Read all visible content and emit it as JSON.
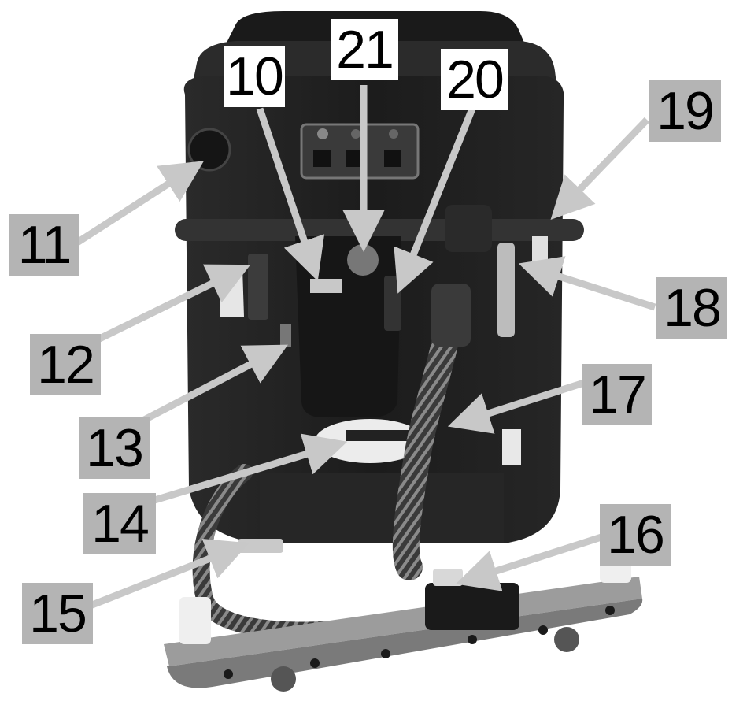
{
  "figure": {
    "callouts": [
      {
        "id": "10",
        "label": "10"
      },
      {
        "id": "21",
        "label": "21"
      },
      {
        "id": "20",
        "label": "20"
      },
      {
        "id": "19",
        "label": "19"
      },
      {
        "id": "11",
        "label": "11"
      },
      {
        "id": "18",
        "label": "18"
      },
      {
        "id": "12",
        "label": "12"
      },
      {
        "id": "17",
        "label": "17"
      },
      {
        "id": "13",
        "label": "13"
      },
      {
        "id": "14",
        "label": "14"
      },
      {
        "id": "16",
        "label": "16"
      },
      {
        "id": "15",
        "label": "15"
      }
    ],
    "colors": {
      "body": "#1f1f1f",
      "body_highlight": "#3a3a3a",
      "callout_box": "#b4b4b4",
      "arrow": "#b9b9b9",
      "background": "#ffffff"
    }
  }
}
